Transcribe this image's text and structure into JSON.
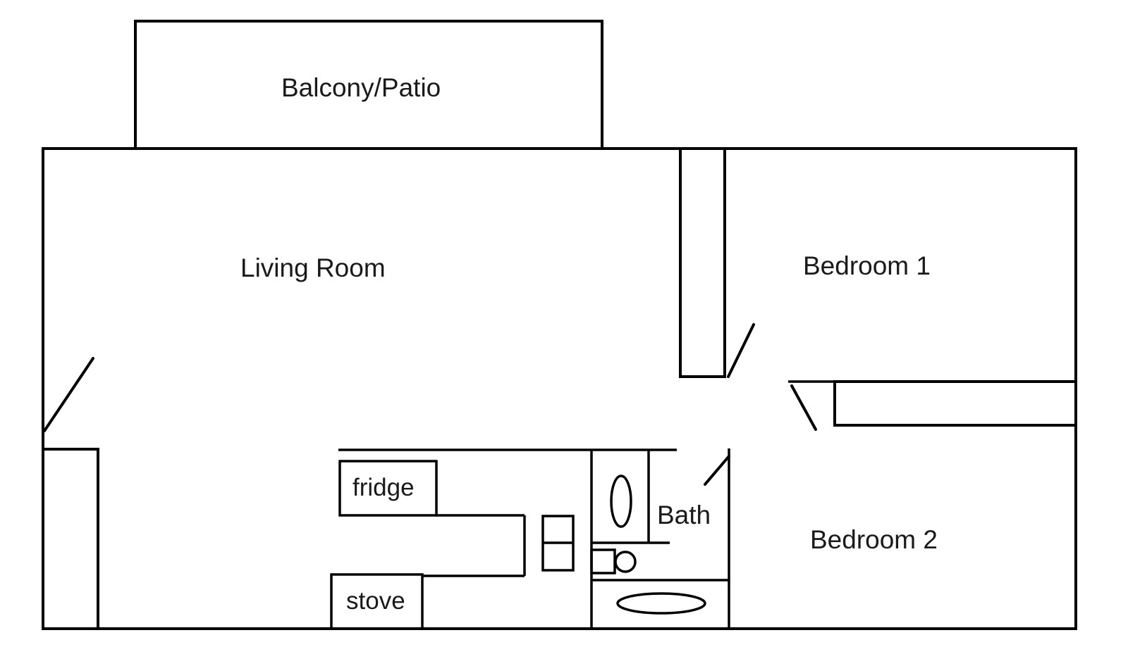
{
  "diagram": {
    "type": "floor-plan",
    "rooms": [
      {
        "id": "balcony",
        "label": "Balcony/Patio"
      },
      {
        "id": "living",
        "label": "Living Room"
      },
      {
        "id": "bedroom1",
        "label": "Bedroom 1"
      },
      {
        "id": "bedroom2",
        "label": "Bedroom 2"
      },
      {
        "id": "bath",
        "label": "Bath"
      }
    ],
    "fixtures": [
      {
        "id": "fridge",
        "label": "fridge"
      },
      {
        "id": "stove",
        "label": "stove"
      }
    ],
    "colors": {
      "line": "#000000",
      "text": "#1a1a1a",
      "background": "#ffffff"
    }
  }
}
